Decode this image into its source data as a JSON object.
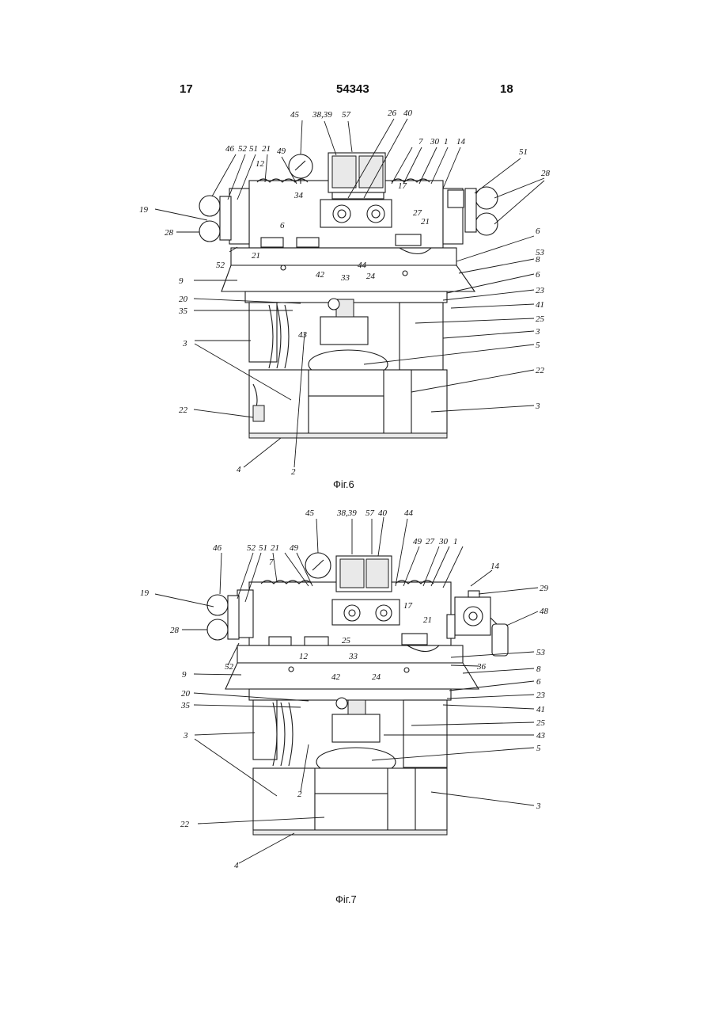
{
  "header": {
    "left_page": "17",
    "patent_number": "54343",
    "right_page": "18"
  },
  "figures": [
    {
      "caption": "Фiг.6",
      "labels": [
        "45",
        "38,39",
        "57",
        "26",
        "40",
        "46",
        "52",
        "51",
        "21",
        "49",
        "7",
        "30",
        "1",
        "14",
        "51",
        "28",
        "12",
        "34",
        "17",
        "27",
        "19",
        "28",
        "6",
        "21",
        "6",
        "52",
        "21",
        "44",
        "33",
        "53",
        "8",
        "9",
        "42",
        "24",
        "6",
        "20",
        "23",
        "35",
        "41",
        "25",
        "43",
        "3",
        "3",
        "5",
        "3",
        "22",
        "22",
        "3",
        "4",
        "2"
      ]
    },
    {
      "caption": "Фiг.7",
      "labels": [
        "45",
        "38,39",
        "57",
        "40",
        "44",
        "46",
        "52",
        "51",
        "21",
        "49",
        "49",
        "27",
        "30",
        "1",
        "7",
        "14",
        "29",
        "19",
        "17",
        "48",
        "28",
        "21",
        "25",
        "12",
        "53",
        "52",
        "33",
        "36",
        "9",
        "42",
        "24",
        "8",
        "20",
        "6",
        "35",
        "23",
        "41",
        "25",
        "3",
        "43",
        "5",
        "2",
        "3",
        "22",
        "4"
      ]
    }
  ]
}
